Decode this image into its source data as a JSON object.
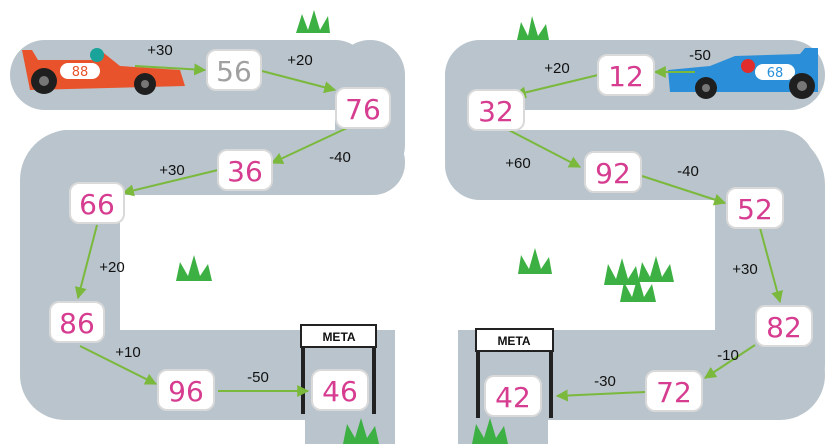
{
  "tracks": [
    {
      "id": "left",
      "car_number": "88",
      "car_color": "#e8532b",
      "start_operation": "+30",
      "values": [
        "56",
        "76",
        "36",
        "66",
        "86",
        "96",
        "46"
      ],
      "operations": [
        "+20",
        "-40",
        "+30",
        "+20",
        "+10",
        "-50"
      ],
      "finish_label": "META"
    },
    {
      "id": "right",
      "car_number": "68",
      "car_color": "#2a8fd8",
      "start_operation": "-50",
      "values": [
        "12",
        "32",
        "92",
        "52",
        "82",
        "72",
        "42"
      ],
      "operations": [
        "+20",
        "+60",
        "-40",
        "+30",
        "-10",
        "-30"
      ],
      "finish_label": "META"
    }
  ],
  "colors": {
    "road": "#b9c4cc",
    "number_box_border": "#d9d9d9",
    "number_text": "#d63c8f",
    "first_number_text": "#a0a0a0",
    "arrow": "#7ab93c",
    "grass": "#3cb043"
  }
}
